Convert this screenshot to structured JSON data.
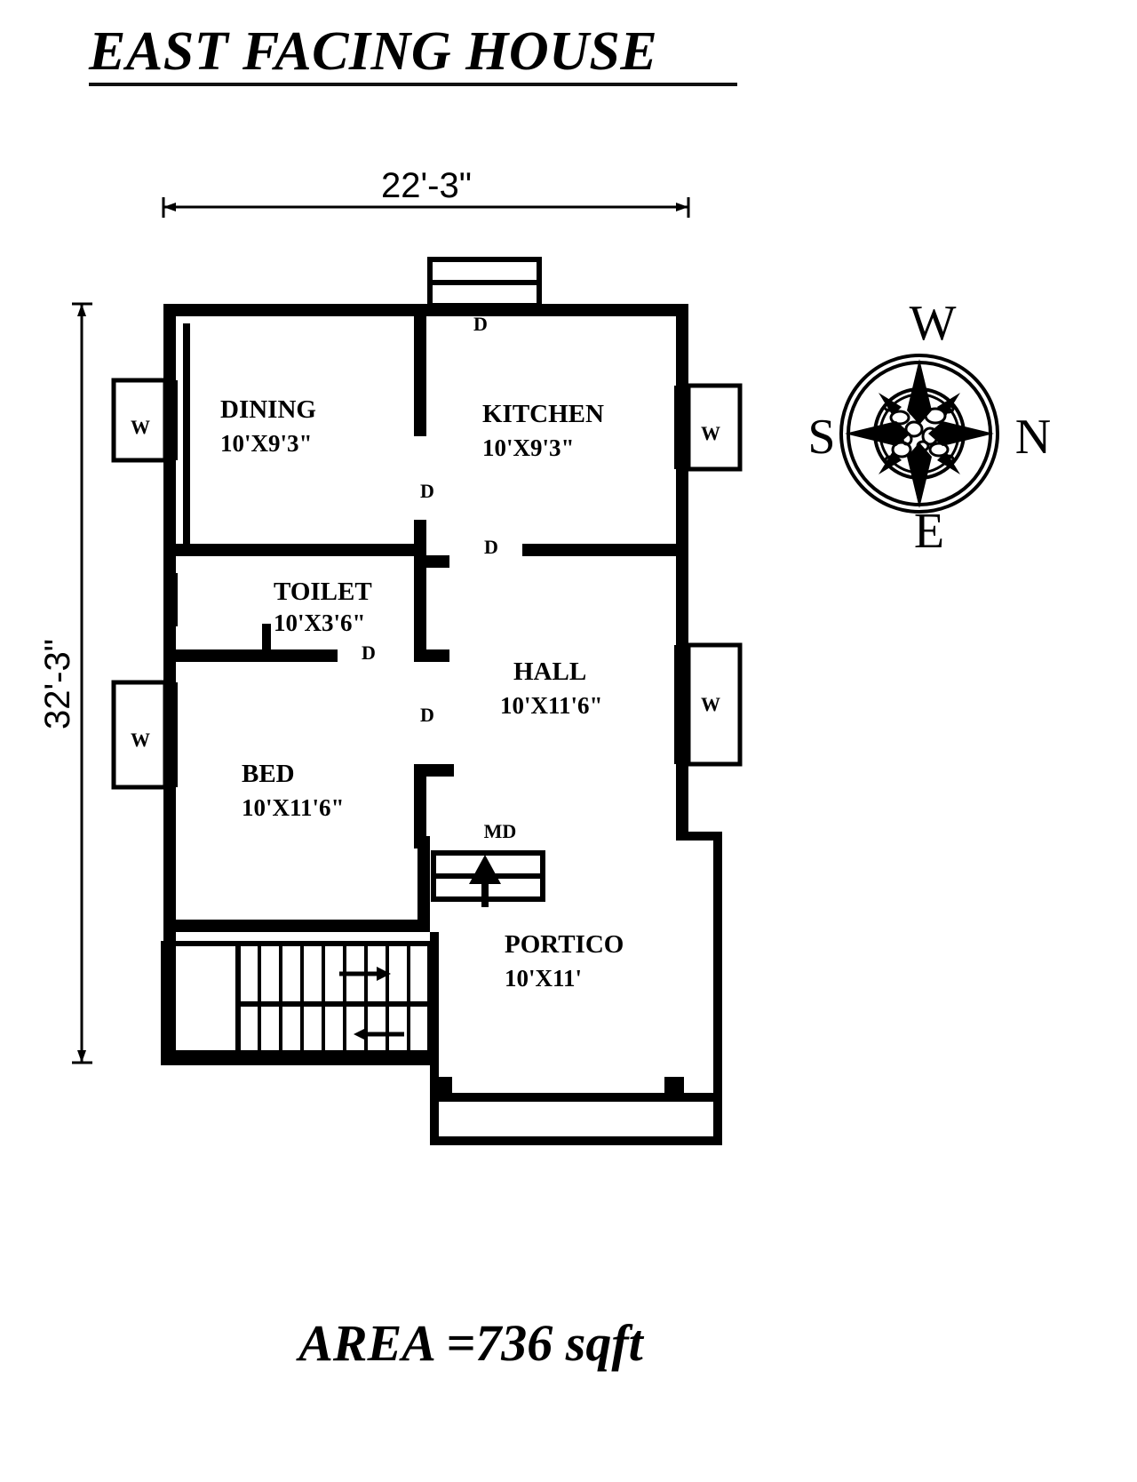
{
  "title": {
    "text": "EAST FACING HOUSE"
  },
  "footer": {
    "area_text": "AREA =736 sqft"
  },
  "dimensions": {
    "top": "22'-3\"",
    "left": "32'-3\""
  },
  "rooms": [
    {
      "name": "DINING",
      "dims": "10'X9'3\""
    },
    {
      "name": "KITCHEN",
      "dims": "10'X9'3\""
    },
    {
      "name": "TOILET",
      "dims": "10'X3'6\""
    },
    {
      "name": "HALL",
      "dims": "10'X11'6\""
    },
    {
      "name": "BED",
      "dims": "10'X11'6\""
    },
    {
      "name": "PORTICO",
      "dims": "10'X11'"
    }
  ],
  "markers": {
    "window": "W",
    "door": "D",
    "main_door": "MD"
  },
  "door_labels": {
    "kitchen_entry": "D",
    "dining_kitchen": "D",
    "hall_upper": "D",
    "toilet": "D",
    "bed_hall": "D",
    "main": "MD"
  },
  "window_labels": {
    "dining_left": "W",
    "kitchen_right": "W",
    "hall_right": "W",
    "bed_left": "W"
  },
  "compass": {
    "top": "W",
    "left": "S",
    "right": "N",
    "bottom": "E",
    "icon": "compass-rose-icon"
  },
  "colors": {
    "ink": "#000000",
    "paper": "#ffffff"
  }
}
